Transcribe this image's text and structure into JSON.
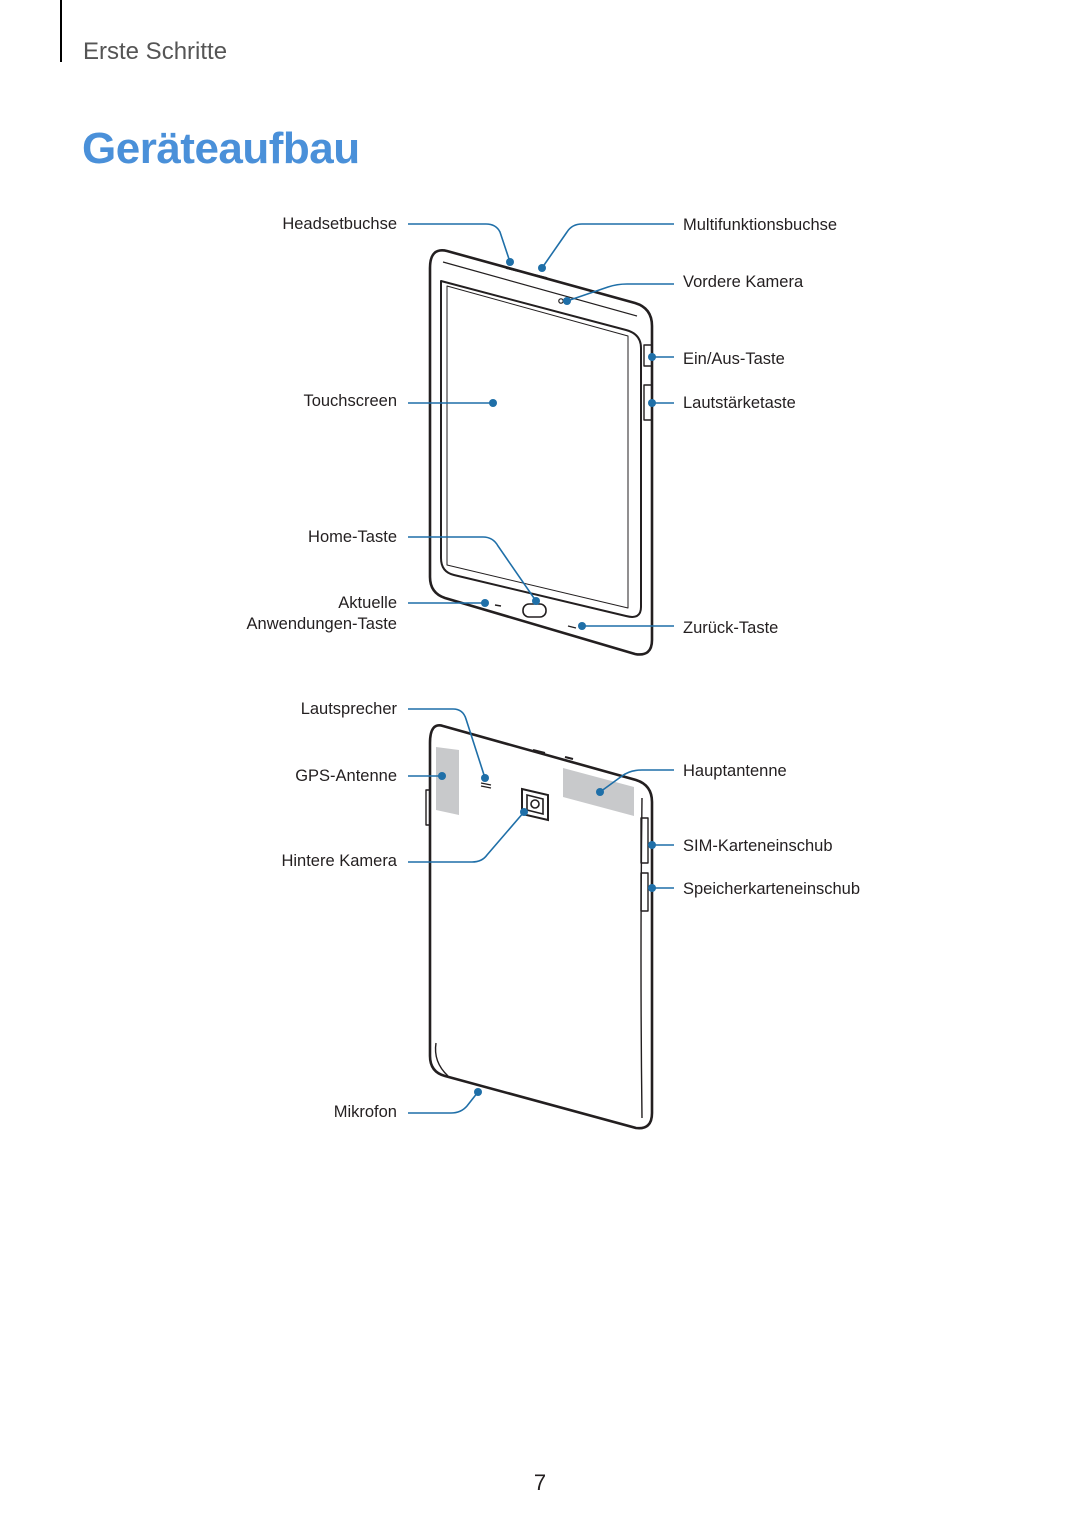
{
  "header": {
    "section": "Erste Schritte"
  },
  "title": "Geräteaufbau",
  "front_labels": {
    "headset": "Headsetbuchse",
    "multifunction": "Multifunktionsbuchse",
    "front_camera": "Vordere Kamera",
    "power": "Ein/Aus-Taste",
    "volume": "Lautstärketaste",
    "touchscreen": "Touchscreen",
    "home": "Home-Taste",
    "recent_line1": "Aktuelle",
    "recent_line2": "Anwendungen-Taste",
    "back": "Zurück-Taste"
  },
  "back_labels": {
    "speaker": "Lautsprecher",
    "gps": "GPS-Antenne",
    "main_antenna": "Hauptantenne",
    "sim": "SIM-Karteneinschub",
    "rear_camera": "Hintere Kamera",
    "memory": "Speicherkarteneinschub",
    "mic": "Mikrofon"
  },
  "page_number": "7",
  "colors": {
    "accent": "#4a90d9",
    "callout": "#1f6fa8",
    "outline": "#231f20"
  }
}
